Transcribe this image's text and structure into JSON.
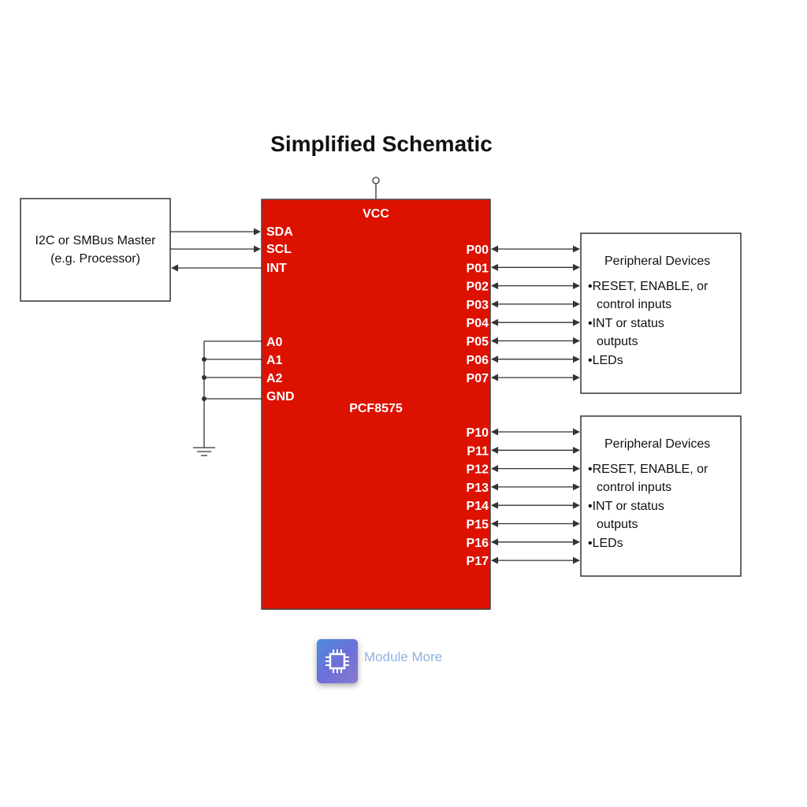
{
  "title": "Simplified Schematic",
  "master": {
    "line1": "I2C or SMBus Master",
    "line2": "(e.g. Processor)"
  },
  "chip": {
    "name": "PCF8575",
    "color": "#dd1100",
    "vcc": "VCC",
    "bus_pins": [
      "SDA",
      "SCL",
      "INT"
    ],
    "addr_pins": [
      "A0",
      "A1",
      "A2",
      "GND"
    ],
    "port0": [
      "P00",
      "P01",
      "P02",
      "P03",
      "P04",
      "P05",
      "P06",
      "P07"
    ],
    "port1": [
      "P10",
      "P11",
      "P12",
      "P13",
      "P14",
      "P15",
      "P16",
      "P17"
    ]
  },
  "peripherals": [
    {
      "title": "Peripheral Devices",
      "lines": [
        "•RESET, ENABLE, or",
        "control inputs",
        "•INT or status",
        "outputs",
        "•LEDs"
      ]
    },
    {
      "title": "Peripheral Devices",
      "lines": [
        "•RESET, ENABLE, or",
        "control inputs",
        "•INT or status",
        "outputs",
        "•LEDs"
      ]
    }
  ],
  "brand": {
    "name": "Module More",
    "icon": "chip-icon",
    "accent": "#5b7fe0"
  }
}
